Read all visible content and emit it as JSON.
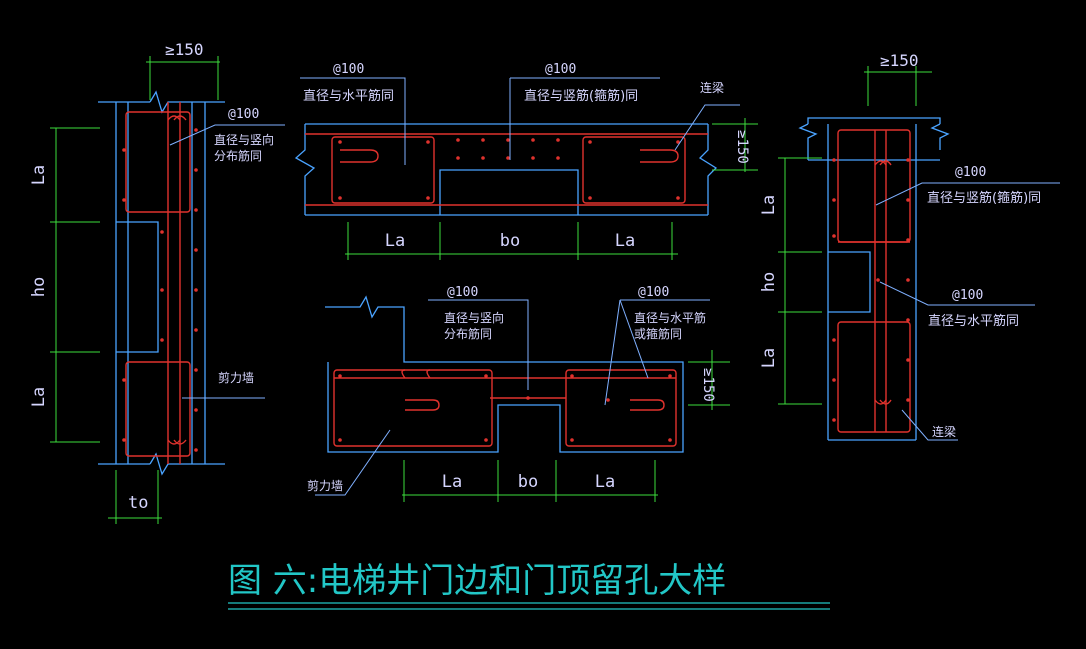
{
  "colors": {
    "background": "#000000",
    "wall": "#4aa3ff",
    "rebar": "#e0322d",
    "dimension": "#3ddc3d",
    "annotation": "#d6d6ff",
    "leader": "#7fb0ff",
    "title": "#22c7c7"
  },
  "left_detail": {
    "dim_top": "≥150",
    "dim_bottom": "to",
    "dim_la_top": "La",
    "dim_ho": "ho",
    "dim_la_bottom": "La",
    "note_spacing": "@100",
    "note_line1": "直径与竖向",
    "note_line2": "分布筋同",
    "wall_label": "剪力墙"
  },
  "top_detail": {
    "note1_spacing": "@100",
    "note1_text": "直径与水平筋同",
    "note2_spacing": "@100",
    "note2_text": "直径与竖筋(箍筋)同",
    "beam_label": "连梁",
    "dim_right": "≥150",
    "dim_la_left": "La",
    "dim_bo": "bo",
    "dim_la_right": "La"
  },
  "middle_detail": {
    "note1_spacing": "@100",
    "note1_line1": "直径与竖向",
    "note1_line2": "分布筋同",
    "note2_spacing": "@100",
    "note2_line1": "直径与水平筋",
    "note2_line2": "或箍筋同",
    "dim_right": "≥150",
    "wall_label": "剪力墙",
    "dim_la_left": "La",
    "dim_bo": "bo",
    "dim_la_right": "La"
  },
  "right_detail": {
    "dim_top": "≥150",
    "dim_la_top": "La",
    "dim_ho": "ho",
    "dim_la_bottom": "La",
    "note1_spacing": "@100",
    "note1_text": "直径与竖筋(箍筋)同",
    "note2_spacing": "@100",
    "note2_text": "直径与水平筋同",
    "beam_label": "连梁"
  },
  "title": "图 六:电梯井门边和门顶留孔大样"
}
